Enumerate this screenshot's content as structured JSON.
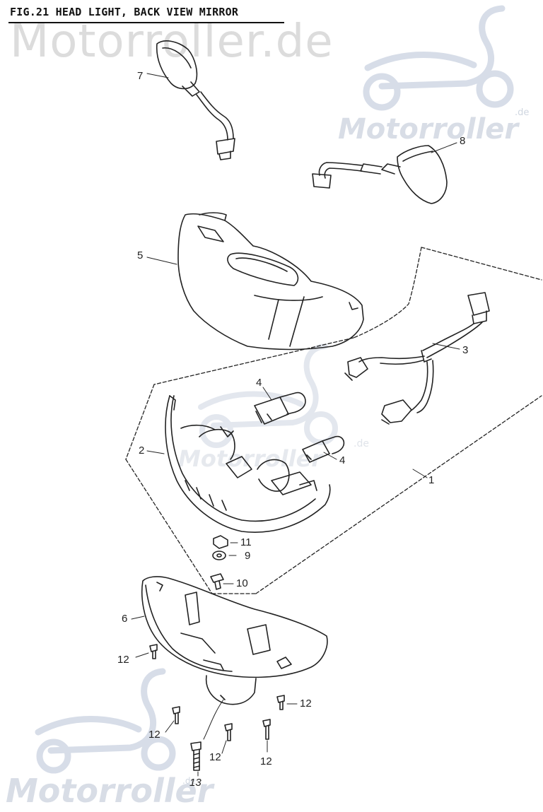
{
  "header": {
    "title": "FIG.21 HEAD LIGHT, BACK VIEW MIRROR"
  },
  "watermark": {
    "brand": "Motorroller.de",
    "brand_short": "Motorroller",
    "tld": ".de"
  },
  "parts": [
    {
      "id": "mirror-left",
      "number": "7"
    },
    {
      "id": "mirror-right",
      "number": "8"
    },
    {
      "id": "headlight-cover",
      "number": "5"
    },
    {
      "id": "wire-harness",
      "number": "3"
    },
    {
      "id": "bulb-upper",
      "number": "4"
    },
    {
      "id": "bulb-lower",
      "number": "4"
    },
    {
      "id": "headlight-lens",
      "number": "2"
    },
    {
      "id": "headlight-assembly",
      "number": "1"
    },
    {
      "id": "nut",
      "number": "11"
    },
    {
      "id": "washer",
      "number": "9"
    },
    {
      "id": "screw-lens",
      "number": "10"
    },
    {
      "id": "headlight-housing",
      "number": "6"
    },
    {
      "id": "screw-a",
      "number": "12"
    },
    {
      "id": "screw-b",
      "number": "12"
    },
    {
      "id": "screw-c",
      "number": "12"
    },
    {
      "id": "screw-d",
      "number": "12"
    },
    {
      "id": "screw-e",
      "number": "12"
    },
    {
      "id": "bolt",
      "number": "13"
    }
  ],
  "colors": {
    "line": "#222222",
    "watermark": "#dcdcdc",
    "watermark_blue": "#d8dde6"
  }
}
